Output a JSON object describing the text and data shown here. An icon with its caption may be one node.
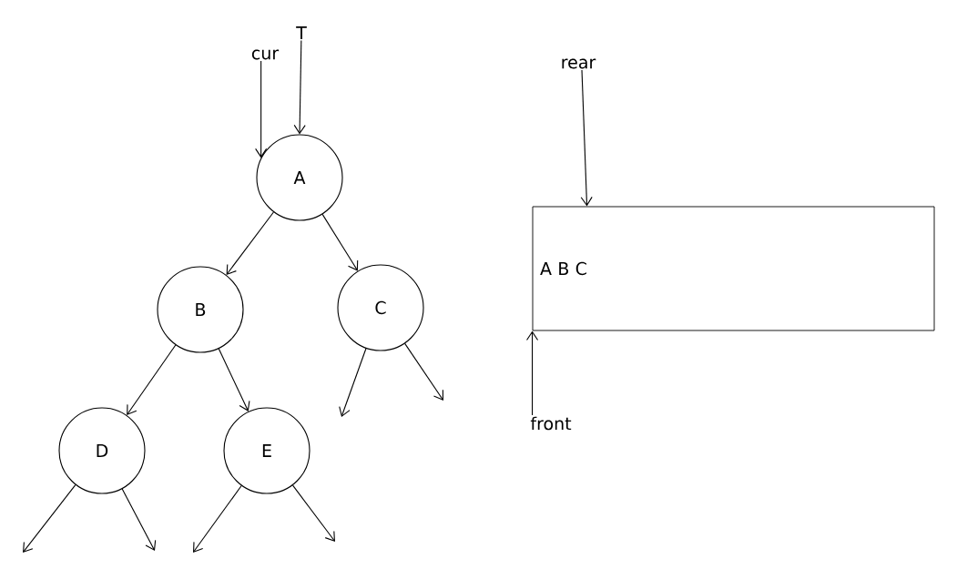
{
  "diagram": {
    "nodes": [
      {
        "text": [
          "cur"
        ]
      },
      {
        "text": [
          "T"
        ]
      },
      {
        "text": [
          "A"
        ]
      },
      {
        "text": [
          "B"
        ]
      },
      {
        "text": [
          "C"
        ]
      },
      {
        "text": [
          "D"
        ]
      },
      {
        "text": [
          "E"
        ]
      },
      {
        "text": [
          "rear"
        ]
      },
      {
        "text": [
          "A B C"
        ]
      },
      {
        "text": [
          "front"
        ]
      }
    ],
    "edges": [
      {
        "from": 0,
        "to": 2,
        "arrow": "to"
      },
      {
        "from": 1,
        "to": 2,
        "arrow": "to"
      },
      {
        "from": 2,
        "to": 3,
        "arrow": "to"
      },
      {
        "from": 2,
        "to": 4,
        "arrow": "to"
      },
      {
        "from": 3,
        "to": 5,
        "arrow": "to"
      },
      {
        "from": 3,
        "to": 6,
        "arrow": "to"
      },
      {
        "from": 4,
        "to": null,
        "arrow": "to"
      },
      {
        "from": 4,
        "to": null,
        "arrow": "to"
      },
      {
        "from": 5,
        "to": null,
        "arrow": "to"
      },
      {
        "from": 5,
        "to": null,
        "arrow": "to"
      },
      {
        "from": 6,
        "to": null,
        "arrow": "to"
      },
      {
        "from": 6,
        "to": null,
        "arrow": "to"
      },
      {
        "from": 7,
        "to": 8,
        "arrow": "to"
      },
      {
        "from": 9,
        "to": 8,
        "arrow": "to"
      }
    ]
  }
}
